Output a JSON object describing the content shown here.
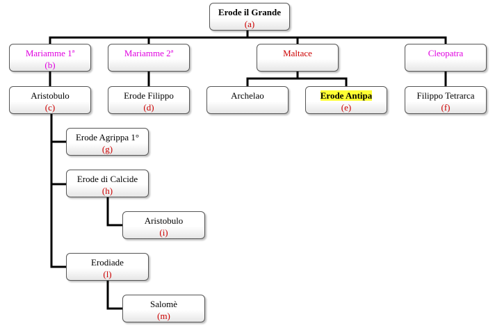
{
  "nodes": {
    "herod_great": {
      "name": "Erode il Grande",
      "code": "(a)"
    },
    "mariamme1": {
      "name": "Mariamme 1ª",
      "code": "(b)"
    },
    "mariamme2": {
      "name": "Mariamme 2ª"
    },
    "maltace": {
      "name": "Maltace"
    },
    "cleopatra": {
      "name": "Cleopatra"
    },
    "aristobulo": {
      "name": "Aristobulo",
      "code": "(c)"
    },
    "erode_filippo": {
      "name": "Erode Filippo",
      "code": "(d)"
    },
    "archelao": {
      "name": "Archelao"
    },
    "erode_antipa": {
      "name": "Erode Antipa",
      "code": "(e)"
    },
    "filippo_tetrarca": {
      "name": "Filippo Tetrarca",
      "code": "(f)"
    },
    "agrippa": {
      "name": "Erode Agrippa 1°",
      "code": "(g)"
    },
    "calcide": {
      "name": "Erode di Calcide",
      "code": "(h)"
    },
    "aristobulo2": {
      "name": "Aristobulo",
      "code": "(i)"
    },
    "erodiade": {
      "name": "Erodiade",
      "code": "(l)"
    },
    "salome": {
      "name": "Salomè",
      "code": "(m)"
    }
  },
  "colors": {
    "mother_text": "#e000e0",
    "code_text": "#cc0000",
    "highlight": "#ffff33",
    "connector": "#000000"
  }
}
